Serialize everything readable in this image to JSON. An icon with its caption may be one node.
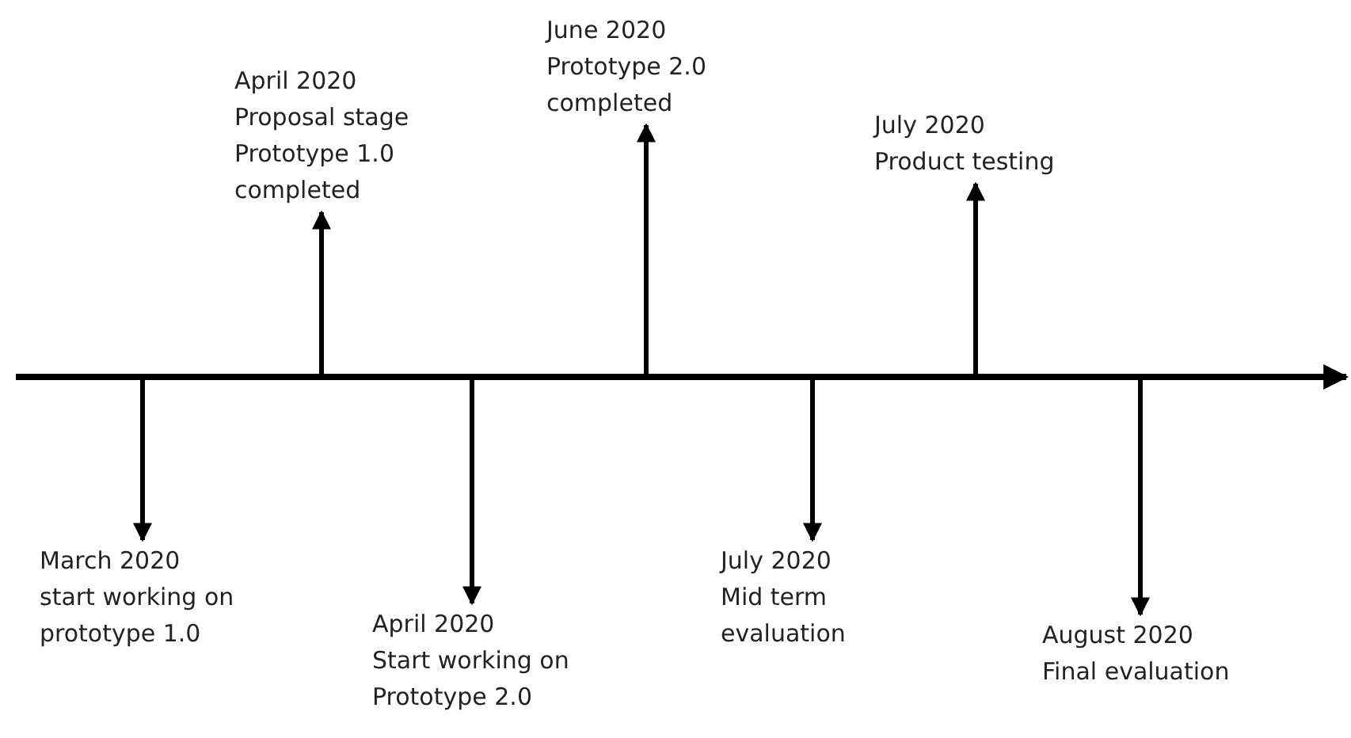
{
  "diagram": {
    "nodes": [
      {
        "text": [
          "March 2020",
          "start working on prototype 1.0"
        ]
      },
      {
        "text": [
          "April 2020",
          "Proposal stage",
          "Prototype 1.0 completed"
        ]
      },
      {
        "text": [
          "April 2020",
          "Start working on Prototype 2.0"
        ]
      },
      {
        "text": [
          "June 2020",
          "Prototype 2.0 completed"
        ]
      },
      {
        "text": [
          "July 2020",
          "Mid term evaluation"
        ]
      },
      {
        "text": [
          "July 2020",
          "Product testing"
        ]
      },
      {
        "text": [
          "August 2020",
          "Final evaluation"
        ]
      }
    ],
    "edges": [
      {
        "from": null,
        "to": 0,
        "arrow": "to"
      },
      {
        "from": null,
        "to": 1,
        "arrow": "to"
      },
      {
        "from": null,
        "to": 2,
        "arrow": "to"
      },
      {
        "from": null,
        "to": 3,
        "arrow": "to"
      },
      {
        "from": null,
        "to": 4,
        "arrow": "to"
      },
      {
        "from": null,
        "to": 5,
        "arrow": "to"
      },
      {
        "from": null,
        "to": 6,
        "arrow": "to"
      }
    ]
  }
}
